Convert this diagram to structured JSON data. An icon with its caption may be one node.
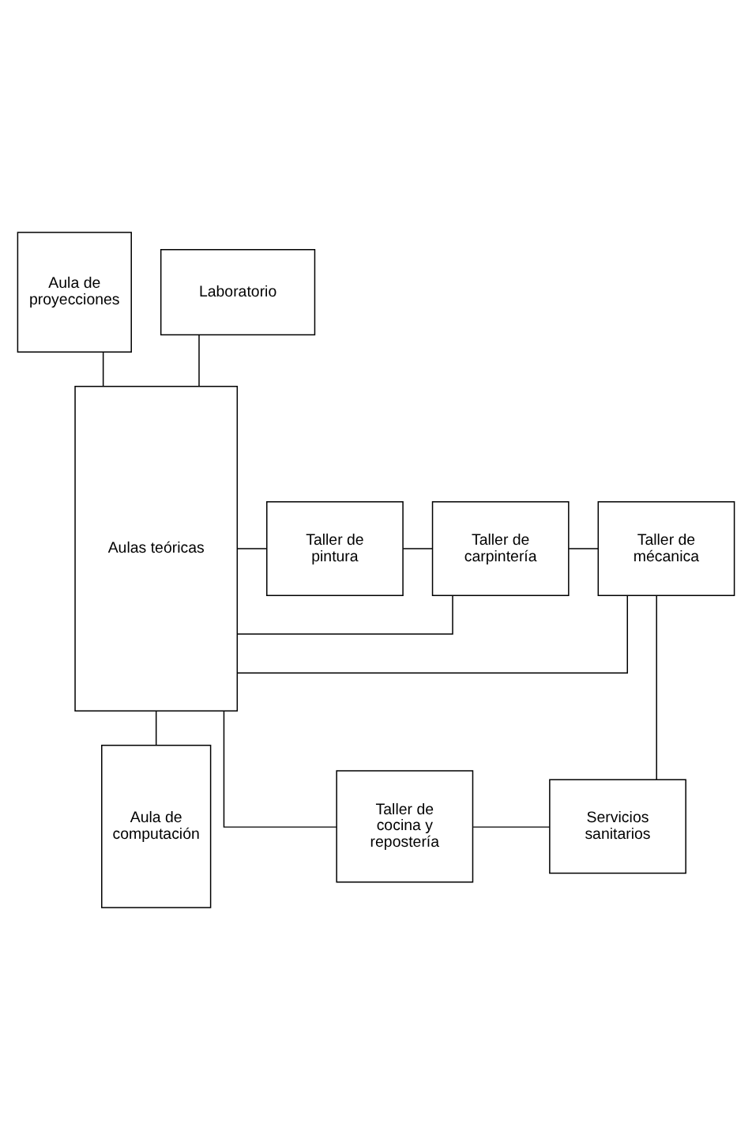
{
  "diagram": {
    "nodes": [
      {
        "text": [
          "Aula de proyecciones"
        ]
      },
      {
        "text": [
          "Laboratorio"
        ]
      },
      {
        "text": [
          "Aulas teóricas"
        ]
      },
      {
        "text": [
          "Taller de pintura"
        ]
      },
      {
        "text": [
          "Taller de carpintería"
        ]
      },
      {
        "text": [
          "Taller de mécanica"
        ]
      },
      {
        "text": [
          "Aula de computación"
        ]
      },
      {
        "text": [
          "Taller de cocina y repostería"
        ]
      },
      {
        "text": [
          "Servicios sanitarios"
        ]
      }
    ],
    "edges": [
      {
        "from": 0,
        "to": 2,
        "arrow": "none"
      },
      {
        "from": 1,
        "to": 2,
        "arrow": "none"
      },
      {
        "from": 2,
        "to": 3,
        "arrow": "none"
      },
      {
        "from": 3,
        "to": 4,
        "arrow": "none"
      },
      {
        "from": 2,
        "to": 4,
        "arrow": "none"
      },
      {
        "from": 4,
        "to": 5,
        "arrow": "none"
      },
      {
        "from": 2,
        "to": 5,
        "arrow": "none"
      },
      {
        "from": 5,
        "to": 8,
        "arrow": "none"
      },
      {
        "from": 2,
        "to": 6,
        "arrow": "none"
      },
      {
        "from": 2,
        "to": 7,
        "arrow": "none"
      },
      {
        "from": 7,
        "to": 8,
        "arrow": "none"
      }
    ]
  }
}
